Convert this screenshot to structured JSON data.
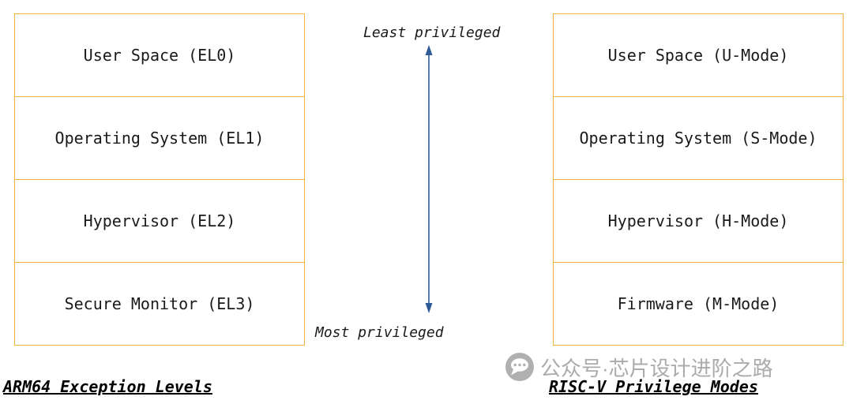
{
  "left_diagram": {
    "caption": "ARM64 Exception Levels",
    "boxes": [
      "User Space (EL0)",
      "Operating System (EL1)",
      "Hypervisor (EL2)",
      "Secure Monitor (EL3)"
    ]
  },
  "right_diagram": {
    "caption": "RISC-V Privilege Modes",
    "boxes": [
      "User Space (U-Mode)",
      "Operating System (S-Mode)",
      "Hypervisor (H-Mode)",
      "Firmware (M-Mode)"
    ]
  },
  "axis": {
    "top_label": "Least privileged",
    "bottom_label": "Most privileged"
  },
  "watermark": {
    "text": "公众号·芯片设计进阶之路"
  },
  "colors": {
    "box_border": "#f2b33d",
    "arrow": "#2e5b97",
    "text": "#1a1a1a",
    "watermark": "#a2a2a2"
  }
}
